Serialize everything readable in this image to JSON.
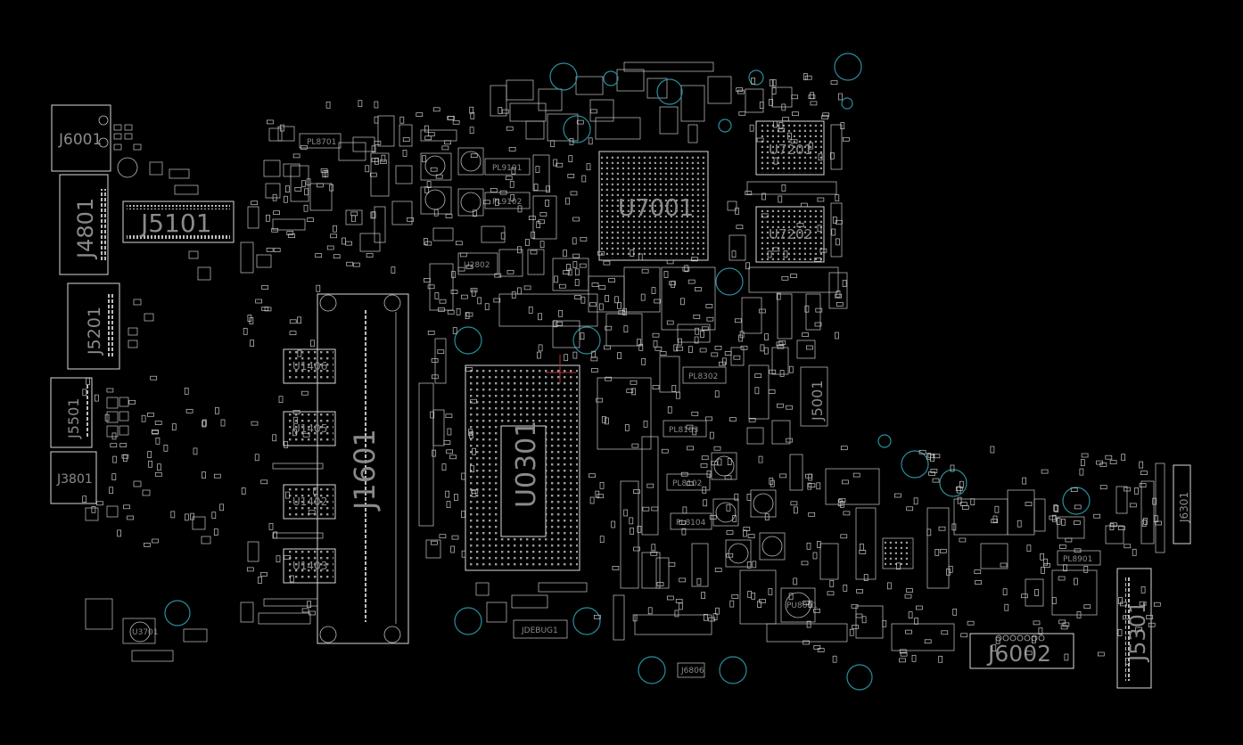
{
  "board": {
    "components": {
      "J6001": "J6001",
      "J4801": "J4801",
      "J5101": "J5101",
      "J5201": "J5201",
      "J5501": "J5501",
      "J3801": "J3801",
      "U1406": "U1406",
      "U1405": "U1405",
      "U1402": "U1402",
      "U1403": "U1403",
      "J1601": "J1601",
      "U0301": "U0301",
      "U7001": "U7001",
      "U7201": "U7201",
      "U7202": "U7202",
      "U2802": "U2802",
      "J5001": "J5001",
      "J6002": "J6002",
      "J5301": "J5301",
      "J6301": "J6301",
      "JDEBUG1": "JDEBUG1",
      "PL8701": "PL8701",
      "PL9101": "PL9101",
      "PL9102": "PL9102",
      "PL8302": "PL8302",
      "PL8103": "PL8103",
      "PL8102": "PL8102",
      "PL8104": "PL8104",
      "PL8901": "PL8901",
      "PU8001": "PU8001",
      "U3701": "U3701",
      "J6806": "J6806"
    }
  },
  "colors": {
    "background": "#000000",
    "outline": "#d8d8d8",
    "label": "#8a8a8a",
    "mounting_hole": "#2a8f9c"
  }
}
